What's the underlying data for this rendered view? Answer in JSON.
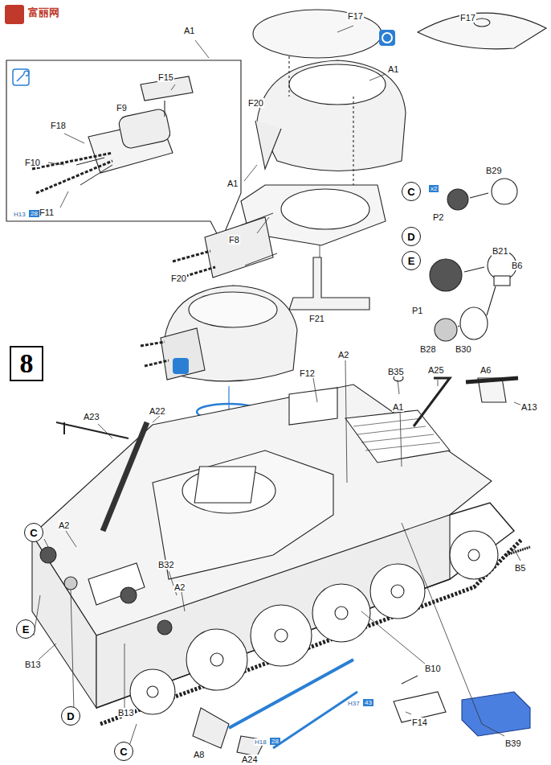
{
  "diagram": {
    "nodes": [
      {
        "text": [
          "8"
        ]
      },
      {
        "text": [
          "C"
        ]
      },
      {
        "text": [
          "D"
        ]
      },
      {
        "text": [
          "E"
        ]
      },
      {
        "text": [
          "C"
        ]
      },
      {
        "text": [
          "E"
        ]
      },
      {
        "text": [
          "D"
        ]
      },
      {
        "text": [
          "C"
        ]
      }
    ],
    "edges": [],
    "labels": [
      "富丽网",
      "F17",
      "A1",
      "A1",
      "F15",
      "F18",
      "F9",
      "F10",
      "F11",
      "H13",
      "28",
      "F20",
      "A1",
      "F8",
      "F21",
      "F17",
      "B29",
      "P2",
      "B21",
      "P1",
      "B6",
      "B28",
      "B30",
      "F20",
      "F12",
      "A2",
      "B35",
      "A25",
      "A6",
      "A13",
      "A1",
      "A23",
      "A22",
      "A2",
      "B13",
      "B13",
      "B32",
      "A2",
      "B5",
      "B10",
      "F14",
      "B39",
      "A8",
      "A24",
      "H18",
      "28",
      "H37",
      "43",
      "x2"
    ]
  }
}
